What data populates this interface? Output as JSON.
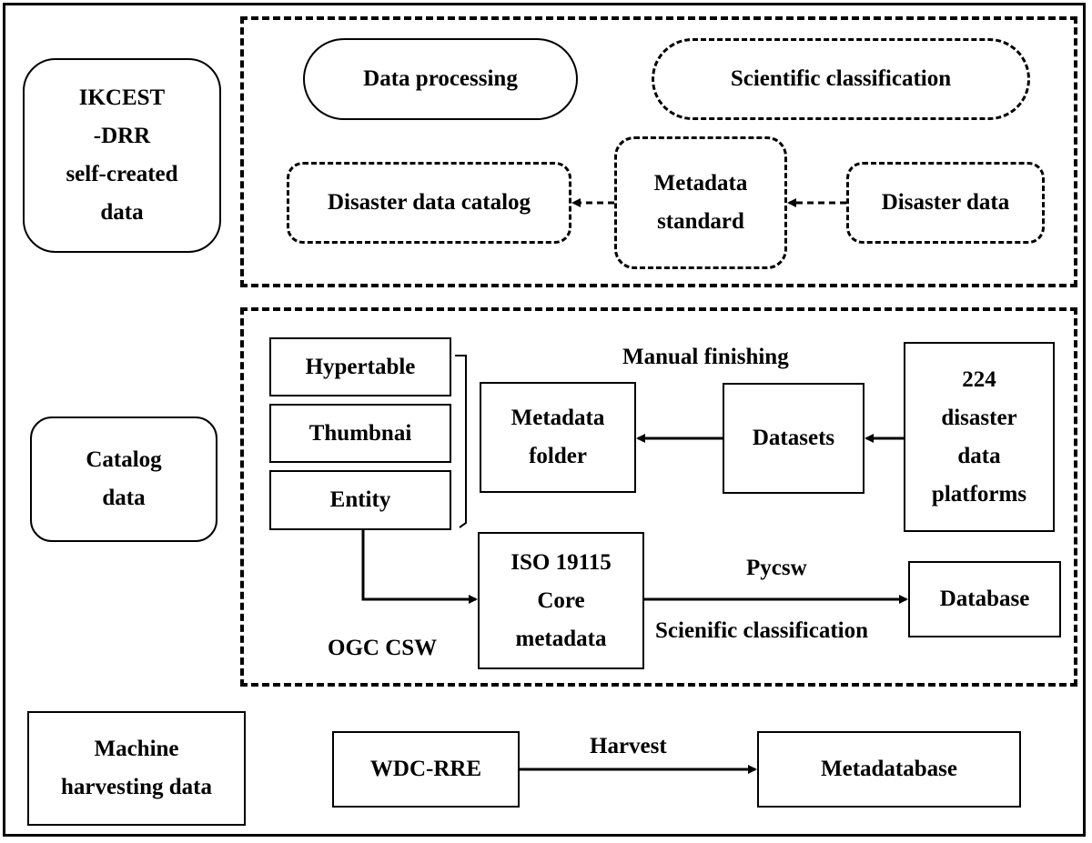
{
  "left_labels": {
    "self_created": [
      "IKCEST",
      "-DRR",
      "self-created",
      "data"
    ],
    "catalog": [
      "Catalog",
      "data"
    ],
    "machine": [
      "Machine",
      "harvesting data"
    ]
  },
  "top_region": {
    "data_processing": "Data processing",
    "scientific_classification": "Scientific classification",
    "disaster_data_catalog": "Disaster data catalog",
    "metadata_standard": [
      "Metadata",
      "standard"
    ],
    "disaster_data": "Disaster data"
  },
  "middle_region": {
    "hypertable": "Hypertable",
    "thumbnai": "Thumbnai",
    "entity": "Entity",
    "manual_finishing": "Manual finishing",
    "metadata_folder": [
      "Metadata",
      "folder"
    ],
    "datasets": "Datasets",
    "platforms": [
      "224",
      "disaster",
      "data",
      "platforms"
    ],
    "iso_core": [
      "ISO 19115",
      "Core",
      "metadata"
    ],
    "pycsw": "Pycsw",
    "database": "Database",
    "ogc_csw": "OGC CSW",
    "scienific_classification": "Scienific classification"
  },
  "bottom_region": {
    "wdc_rre": "WDC-RRE",
    "harvest": "Harvest",
    "metadatabase": "Metadatabase"
  }
}
